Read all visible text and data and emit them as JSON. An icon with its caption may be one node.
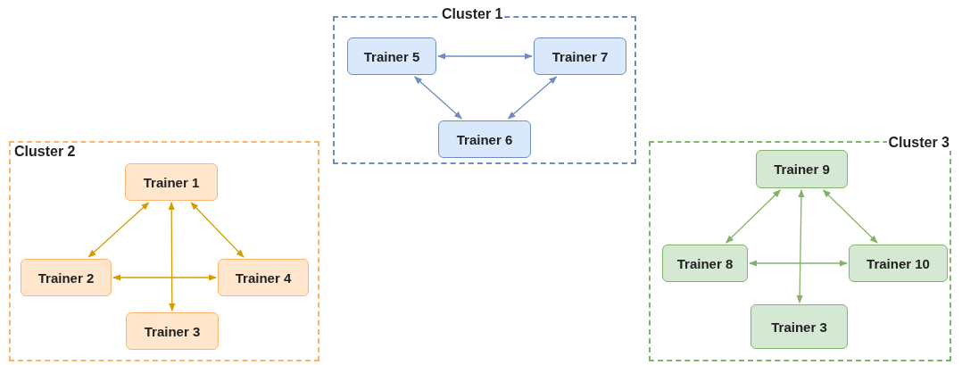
{
  "diagram": {
    "nodes": [
      {
        "text": [
          "Cluster 1"
        ]
      },
      {
        "text": [
          "Trainer 5"
        ],
        "in": 0
      },
      {
        "text": [
          "Trainer 7"
        ],
        "in": 0
      },
      {
        "text": [
          "Trainer 6"
        ],
        "in": 0
      },
      {
        "text": [
          "Cluster 2"
        ]
      },
      {
        "text": [
          "Trainer 1"
        ],
        "in": 4
      },
      {
        "text": [
          "Trainer 2"
        ],
        "in": 4
      },
      {
        "text": [
          "Trainer 4"
        ],
        "in": 4
      },
      {
        "text": [
          "Trainer 3"
        ],
        "in": 4
      },
      {
        "text": [
          "Cluster 3"
        ]
      },
      {
        "text": [
          "Trainer 9"
        ],
        "in": 9
      },
      {
        "text": [
          "Trainer 8"
        ],
        "in": 9
      },
      {
        "text": [
          "Trainer 10"
        ],
        "in": 9
      },
      {
        "text": [
          "Trainer 3"
        ],
        "in": 9
      }
    ],
    "edges": [
      {
        "from": 1,
        "to": 2,
        "arrow": "both",
        "color": "#6c8ebf"
      },
      {
        "from": 1,
        "to": 3,
        "arrow": "both",
        "color": "#6c8ebf"
      },
      {
        "from": 2,
        "to": 3,
        "arrow": "both",
        "color": "#6c8ebf"
      },
      {
        "from": 5,
        "to": 6,
        "arrow": "both",
        "color": "#d79b00"
      },
      {
        "from": 5,
        "to": 7,
        "arrow": "both",
        "color": "#d79b00"
      },
      {
        "from": 5,
        "to": 8,
        "arrow": "both",
        "color": "#d79b00"
      },
      {
        "from": 6,
        "to": 7,
        "arrow": "both",
        "color": "#d79b00"
      },
      {
        "from": 10,
        "to": 11,
        "arrow": "both",
        "color": "#82b366"
      },
      {
        "from": 10,
        "to": 12,
        "arrow": "both",
        "color": "#82b366"
      },
      {
        "from": 10,
        "to": 13,
        "arrow": "both",
        "color": "#82b366"
      },
      {
        "from": 11,
        "to": 12,
        "arrow": "both",
        "color": "#82b366"
      }
    ]
  }
}
